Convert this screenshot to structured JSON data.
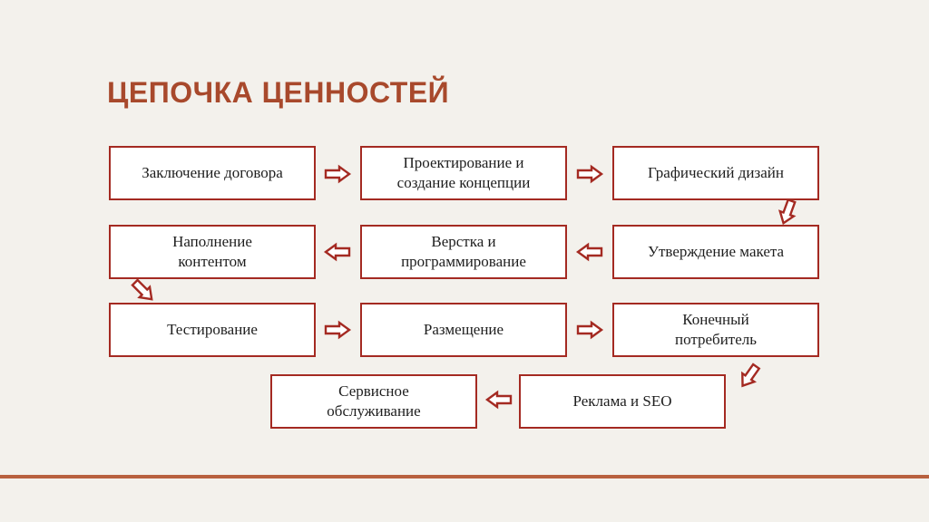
{
  "title": "ЦЕПОЧКА ЦЕННОСТЕЙ",
  "colors": {
    "accent": "#a42a22",
    "title": "#a8492c",
    "rule": "#b8613f",
    "background": "#f3f1ec"
  },
  "steps": [
    {
      "line1": "Заключение договора",
      "line2": ""
    },
    {
      "line1": "Проектирование и",
      "line2": "создание концепции"
    },
    {
      "line1": "Графический дизайн",
      "line2": ""
    },
    {
      "line1": "Утверждение макета",
      "line2": ""
    },
    {
      "line1": "Верстка и",
      "line2": "программирование"
    },
    {
      "line1": "Наполнение",
      "line2": "контентом"
    },
    {
      "line1": "Тестирование",
      "line2": ""
    },
    {
      "line1": "Размещение",
      "line2": ""
    },
    {
      "line1": "Конечный",
      "line2": "потребитель"
    },
    {
      "line1": "Реклама и SEO",
      "line2": ""
    },
    {
      "line1": "Сервисное",
      "line2": "обслуживание"
    }
  ],
  "connector_icon": "hollow-arrow-icon"
}
